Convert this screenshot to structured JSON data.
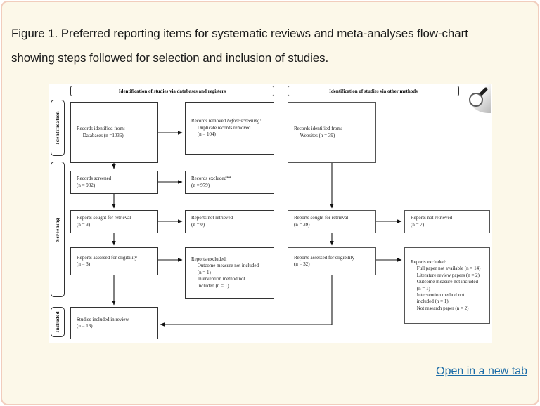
{
  "page": {
    "title_line1": "Figure 1. Preferred reporting items for systematic reviews and meta-analyses flow-chart",
    "title_line2": "showing steps followed for selection and inclusion of studies.",
    "open_link": "Open in a new tab"
  },
  "colors": {
    "card_background": "#fcf8e9",
    "card_border": "#f1cdbd",
    "link_blue": "#1c6ca7",
    "figure_background": "#ffffff"
  },
  "icons": {
    "zoom": "magnifier-icon"
  },
  "flowchart": {
    "header_left": "Identification of studies via databases and registers",
    "header_right": "Identification of studies via other methods",
    "sidebar": {
      "identification": "Identification",
      "screening": "Screening",
      "included": "Included"
    },
    "boxes": {
      "records_identified_databases": "Records identified from:\n     Databases (n =1036)",
      "records_removed_prefix": "Records removed ",
      "records_removed_italic": "before screening:",
      "records_removed_rest": "     Duplicate records removed\n     (n = 104)",
      "records_screened": "Records screened\n(n = 982)",
      "records_excluded": "Records excluded**\n(n = 979)",
      "reports_sought_left": "Reports sought for retrieval\n(n = 3)",
      "reports_not_retrieved_left": "Reports not retrieved\n(n = 0)",
      "reports_assessed_left": "Reports assessed for eligibility\n(n = 3)",
      "reports_excluded_left": "Reports excluded:\n     Outcome measure not included\n     (n = 1)\n     Intervention method not\n     included (n = 1)",
      "studies_included": "Studies included in review\n(n = 13)",
      "records_identified_websites": "Records identified from:\n     Websites (n = 39)",
      "reports_sought_right": "Reports sought for retrieval\n(n = 39)",
      "reports_not_retrieved_right": "Reports not retrieved\n(n = 7)",
      "reports_assessed_right": "Reports assessed for eligibility\n(n = 32)",
      "reports_excluded_right": "Reports excluded:\n     Full paper not available (n = 14)\n     Literature review papers (n = 2)\n     Outcome measure not included\n     (n = 1)\n     Intervention method not\n     included (n = 1)\n     Not research paper (n = 2)"
    }
  }
}
